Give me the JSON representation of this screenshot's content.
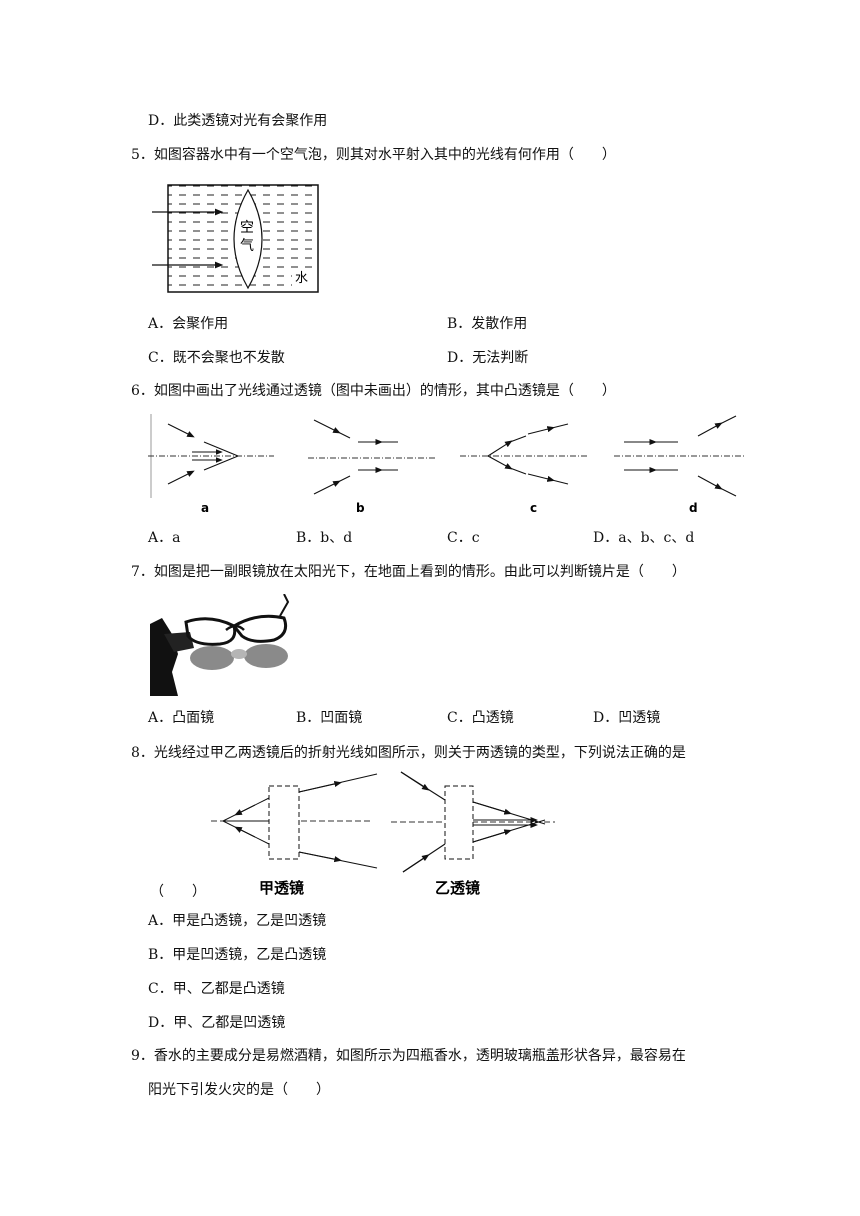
{
  "q4": {
    "option_d": "D．此类透镜对光有会聚作用"
  },
  "q5": {
    "stem": "5．如图容器水中有一个空气泡，则其对水平射入其中的光线有何作用（　　）",
    "figure_labels": {
      "air1": "空",
      "air2": "气",
      "water": "水"
    },
    "options": {
      "a": "A．会聚作用",
      "b": "B．发散作用",
      "c": "C．既不会聚也不发散",
      "d": "D．无法判断"
    }
  },
  "q6": {
    "stem": "6．如图中画出了光线通过透镜（图中未画出）的情形，其中凸透镜是（　　）",
    "figure_labels": [
      "a",
      "b",
      "c",
      "d"
    ],
    "options": {
      "a": "A．a",
      "b": "B．b、d",
      "c": "C．c",
      "d": "D．a、b、c、d"
    }
  },
  "q7": {
    "stem": "7．如图是把一副眼镜放在太阳光下，在地面上看到的情形。由此可以判断镜片是（　　）",
    "options": {
      "a": "A．凸面镜",
      "b": "B．凹面镜",
      "c": "C．凸透镜",
      "d": "D．凹透镜"
    }
  },
  "q8": {
    "stem": "8．光线经过甲乙两透镜后的折射光线如图所示，则关于两透镜的类型，下列说法正确的是",
    "paren": "（　　）",
    "figure_labels": {
      "jia": "甲透镜",
      "yi": "乙透镜"
    },
    "options": {
      "a": "A．甲是凸透镜，乙是凹透镜",
      "b": "B．甲是凹透镜，乙是凸透镜",
      "c": "C．甲、乙都是凸透镜",
      "d": "D．甲、乙都是凹透镜"
    }
  },
  "q9": {
    "stem_line1": "9．香水的主要成分是易燃酒精，如图所示为四瓶香水，透明玻璃瓶盖形状各异，最容易在",
    "stem_line2": "阳光下引发火灾的是（　　）"
  }
}
